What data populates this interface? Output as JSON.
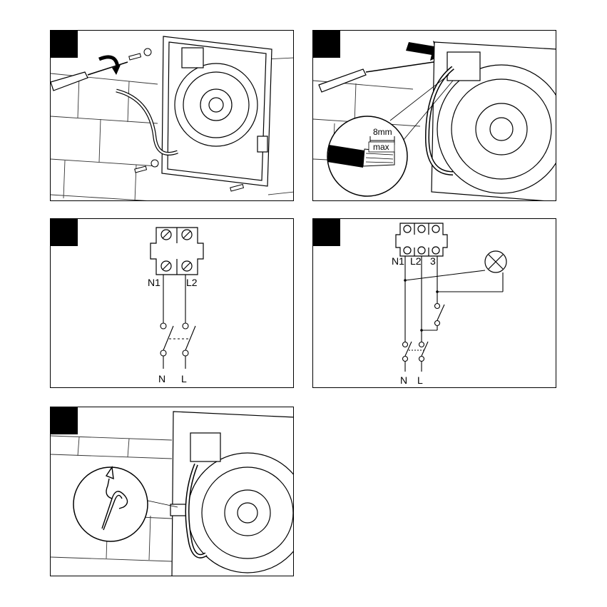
{
  "panels": [
    {
      "id": "step-1",
      "caption": ""
    },
    {
      "id": "step-2",
      "caption": ""
    },
    {
      "id": "step-3",
      "caption": ""
    },
    {
      "id": "step-4",
      "caption": ""
    },
    {
      "id": "step-5",
      "caption": ""
    }
  ],
  "step2": {
    "strip_length": "8mm",
    "strip_max": "max"
  },
  "step3": {
    "terminal_labels": [
      "N1",
      "L2"
    ],
    "supply_labels": [
      "N",
      "L"
    ]
  },
  "step4": {
    "terminal_labels": [
      "N1",
      "L2",
      "3"
    ],
    "supply_labels": [
      "N",
      "L"
    ]
  },
  "colors": {
    "line": "#000000",
    "brick": "#333333",
    "badge": "#000000",
    "background": "#ffffff"
  },
  "icons": [
    "screwdriver-icon",
    "rotate-arrow-icon",
    "screw-icon",
    "washer-icon",
    "lamp-icon",
    "switch-icon",
    "terminal-block-icon",
    "cable-hook-icon"
  ]
}
